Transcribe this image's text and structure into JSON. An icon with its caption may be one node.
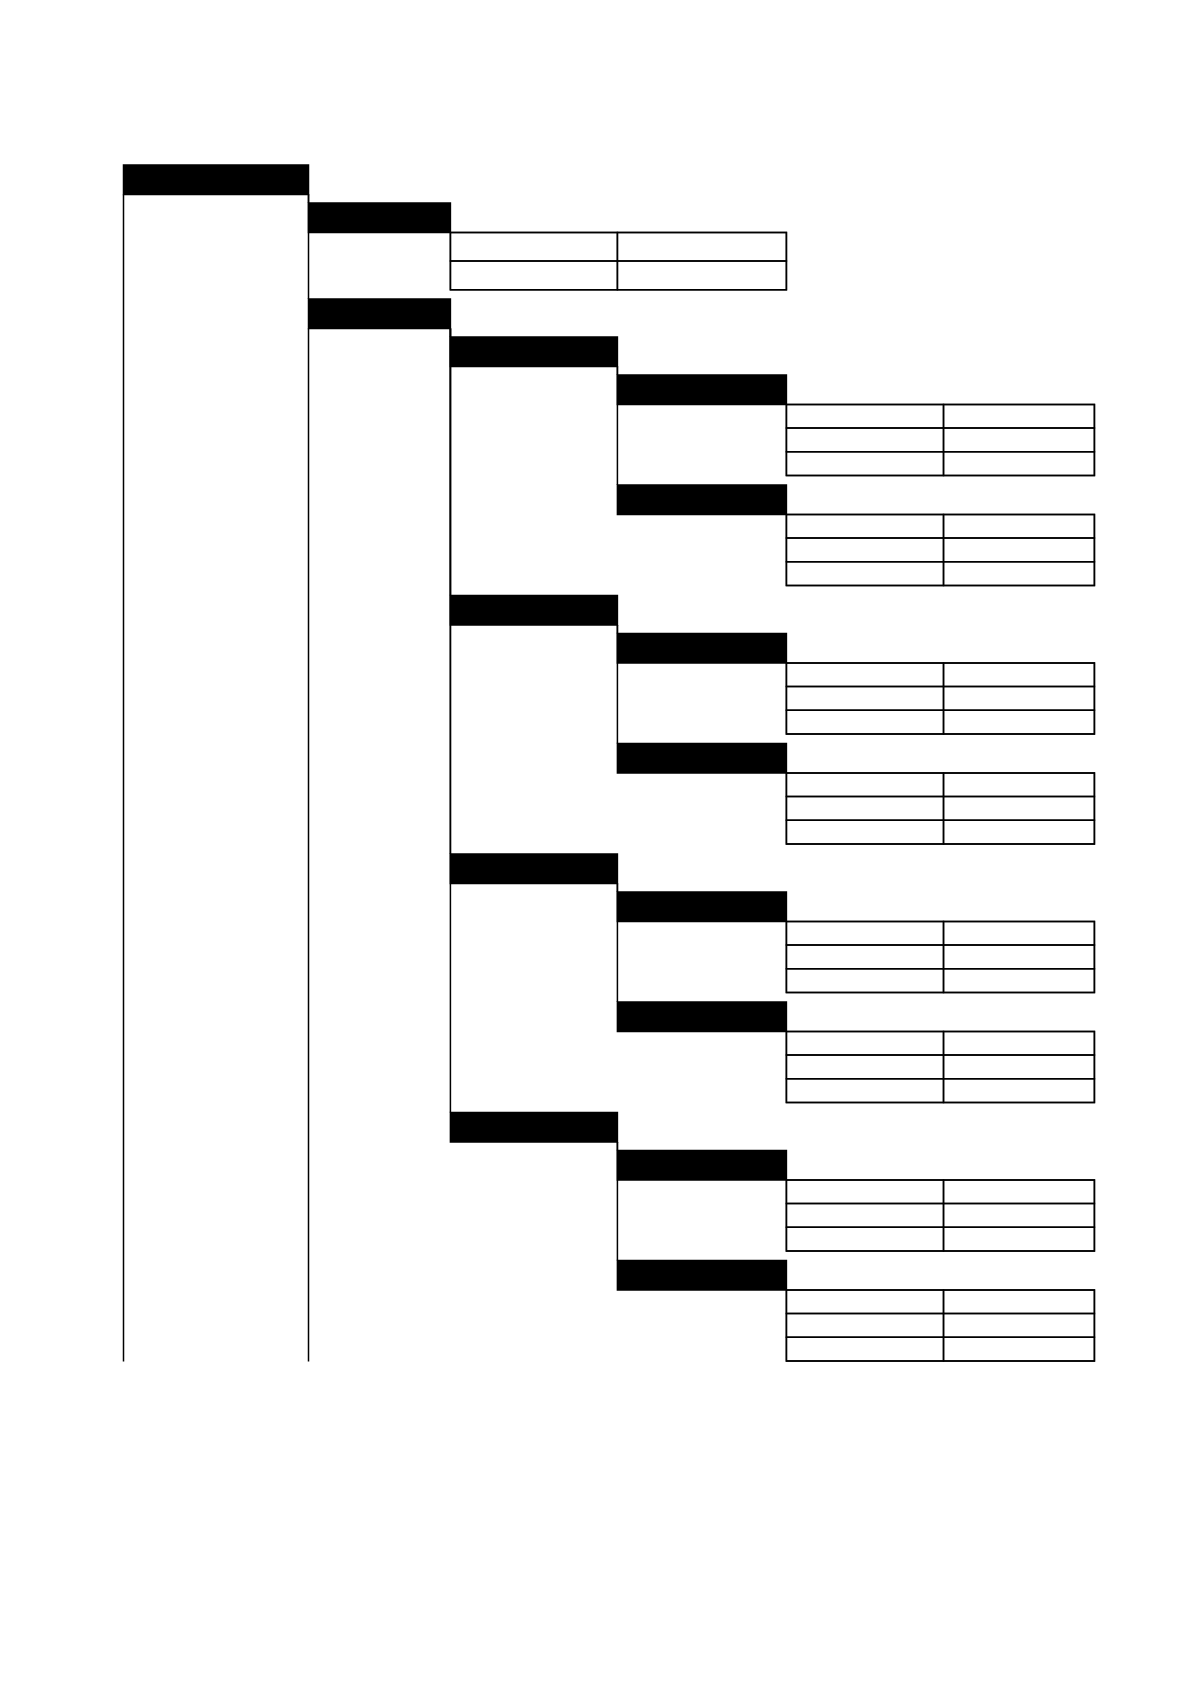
{
  "diagram": {
    "nodes": [
      {
        "text": [],
        "shape": "bar"
      },
      {
        "text": [],
        "shape": "bar"
      },
      {
        "text": [],
        "shape": "table"
      },
      {
        "text": [],
        "shape": "bar"
      },
      {
        "text": [],
        "shape": "bar"
      },
      {
        "text": [],
        "shape": "bar"
      },
      {
        "text": [],
        "shape": "table"
      },
      {
        "text": [],
        "shape": "bar"
      },
      {
        "text": [],
        "shape": "table"
      },
      {
        "text": [],
        "shape": "bar"
      },
      {
        "text": [],
        "shape": "bar"
      },
      {
        "text": [],
        "shape": "table"
      },
      {
        "text": [],
        "shape": "bar"
      },
      {
        "text": [],
        "shape": "table"
      },
      {
        "text": [],
        "shape": "bar"
      },
      {
        "text": [],
        "shape": "bar"
      },
      {
        "text": [],
        "shape": "table"
      },
      {
        "text": [],
        "shape": "bar"
      },
      {
        "text": [],
        "shape": "table"
      },
      {
        "text": [],
        "shape": "bar"
      },
      {
        "text": [],
        "shape": "bar"
      },
      {
        "text": [],
        "shape": "table"
      },
      {
        "text": [],
        "shape": "bar"
      },
      {
        "text": [],
        "shape": "table"
      }
    ],
    "edges": [
      {
        "from": 0,
        "to": 1,
        "arrow": "none"
      },
      {
        "from": 0,
        "to": 3,
        "arrow": "none"
      },
      {
        "from": 3,
        "to": 4,
        "arrow": "none"
      },
      {
        "from": 3,
        "to": 9,
        "arrow": "none"
      },
      {
        "from": 3,
        "to": 14,
        "arrow": "none"
      },
      {
        "from": 3,
        "to": 19,
        "arrow": "none"
      },
      {
        "from": 4,
        "to": 5,
        "arrow": "none"
      },
      {
        "from": 4,
        "to": 7,
        "arrow": "none"
      },
      {
        "from": 9,
        "to": 10,
        "arrow": "none"
      },
      {
        "from": 9,
        "to": 12,
        "arrow": "none"
      },
      {
        "from": 14,
        "to": 15,
        "arrow": "none"
      },
      {
        "from": 14,
        "to": 17,
        "arrow": "none"
      },
      {
        "from": 19,
        "to": 20,
        "arrow": "none"
      },
      {
        "from": 19,
        "to": 22,
        "arrow": "none"
      }
    ]
  }
}
